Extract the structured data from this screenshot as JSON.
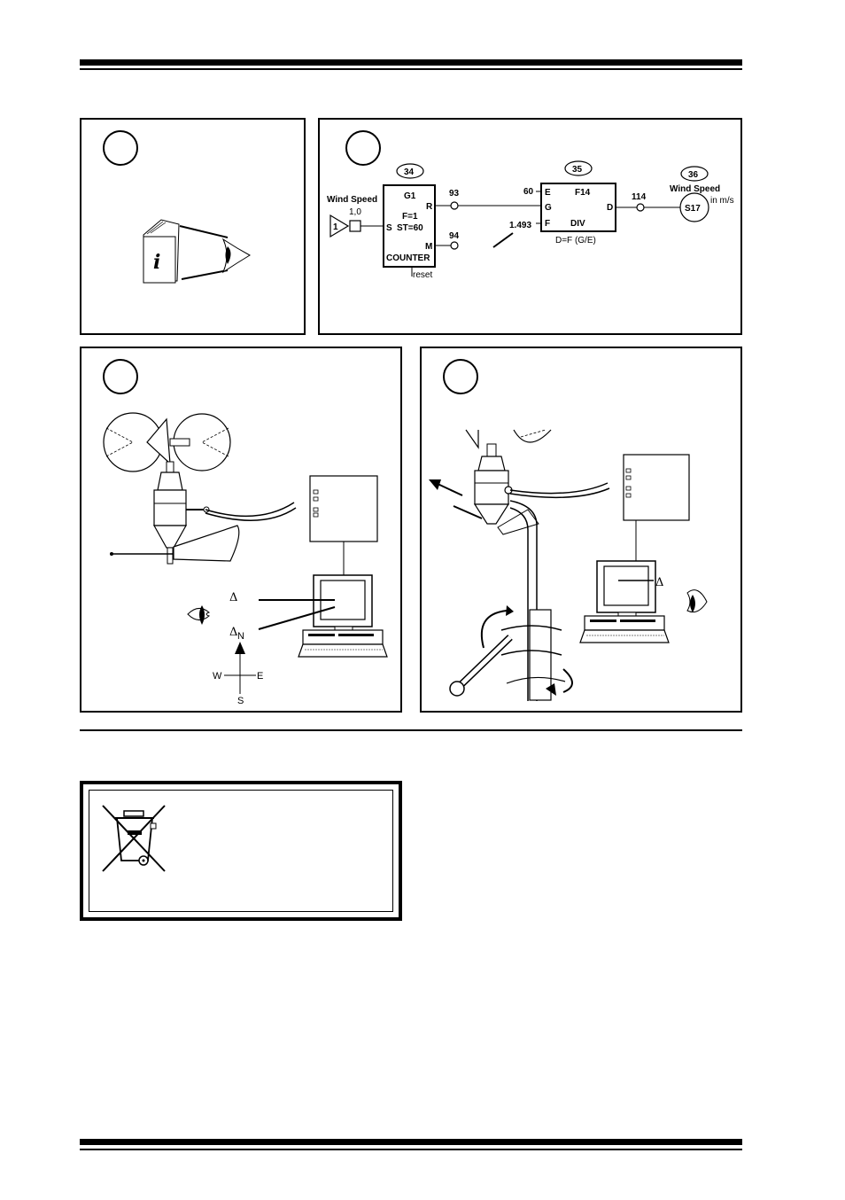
{
  "info_icon": "i",
  "function_blocks": {
    "input": {
      "channel": "1",
      "name": "Wind Speed",
      "scale": "1,0"
    },
    "counter": {
      "number": "34",
      "name": "G1",
      "params_line1": "F=1",
      "params_line2": "ST=60",
      "type": "COUNTER",
      "port_s": "S",
      "port_r": "R",
      "port_m": "M",
      "reset_label": "reset",
      "out_r": "93",
      "out_m": "94"
    },
    "divider": {
      "number": "35",
      "name": "F14",
      "type": "DIV",
      "formula": "D=F (G/E)",
      "port_e": "E",
      "port_g": "G",
      "port_f": "F",
      "port_d": "D",
      "const_e": "60",
      "const_f": "1.493",
      "out_d": "114"
    },
    "output": {
      "number": "36",
      "channel": "S17",
      "name": "Wind Speed",
      "unit": "in m/s"
    }
  },
  "delta_symbol": "Δ",
  "compass": {
    "north": "N",
    "south": "S",
    "east": "E",
    "west": "W"
  }
}
